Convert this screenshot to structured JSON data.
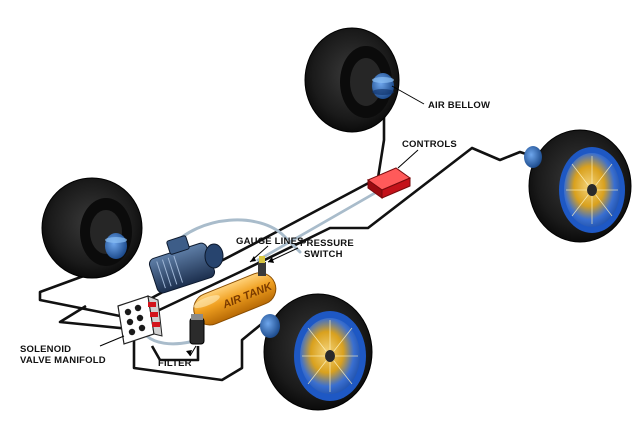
{
  "labels": {
    "air_bellow": "AIR BELLOW",
    "controls": "CONTROLS",
    "gauge_lines": "GAUGE LINES",
    "pressure_switch_1": "PRESSURE",
    "pressure_switch_2": "SWITCH",
    "solenoid_1": "SOLENOID",
    "solenoid_2": "VALVE MANIFOLD",
    "filter": "FILTER",
    "tank": "AIR TANK"
  },
  "colors": {
    "tire": "#141414",
    "rim_blue": "#1e63c8",
    "rim_gold": "#d9a11e",
    "bellow_blue": "#1f5fb0",
    "controls_red": "#d3141b",
    "tank_orange": "#f0a020",
    "air_line": "#111111",
    "gauge_line": "#9fb2c2"
  }
}
